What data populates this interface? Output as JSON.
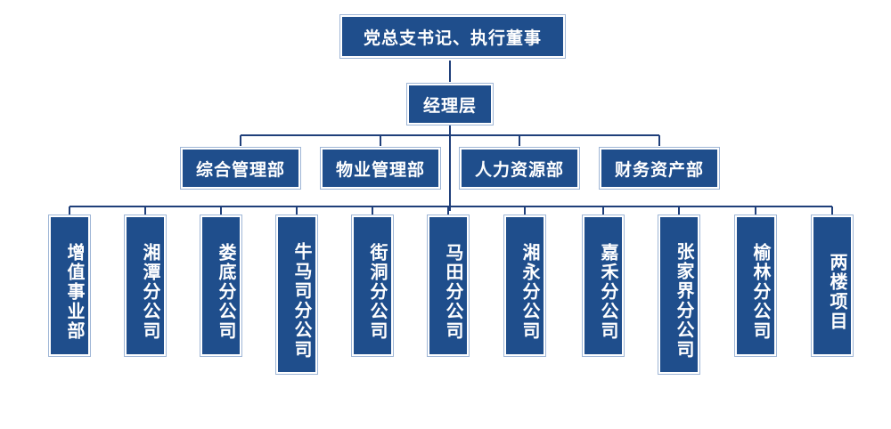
{
  "top": "党总支书记、执行董事",
  "manager": "经理层",
  "departments": [
    "综合管理部",
    "物业管理部",
    "人力资源部",
    "财务资产部"
  ],
  "units": [
    "增值事业部",
    "湘潭分公司",
    "娄底分公司",
    "牛马司分公司",
    "街洞分公司",
    "马田分公司",
    "湘永分公司",
    "嘉禾分公司",
    "张家界分公司",
    "榆林分公司",
    "两楼项目"
  ],
  "colors": {
    "box_fill": "#1f4e8c",
    "line": "#1f3f7a"
  }
}
